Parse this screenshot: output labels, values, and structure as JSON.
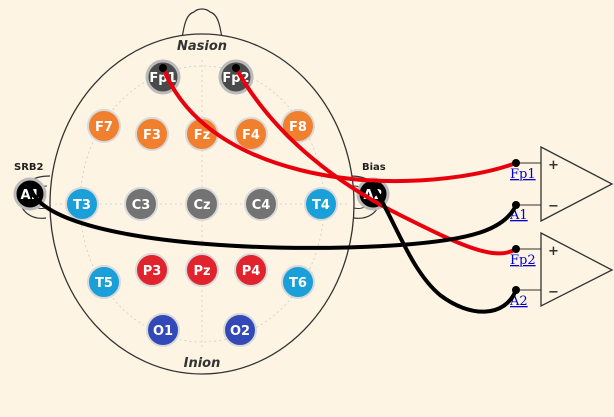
{
  "colors": {
    "background": "#fdf4e3",
    "frontal": "#f07f2e",
    "central_gray": "#737373",
    "temporal_blue": "#1a9fd8",
    "parietal_red": "#e0232d",
    "occipital_blue": "#3349b8",
    "wire_red": "#e8000c",
    "wire_black": "#000000"
  },
  "head": {
    "nasion": "Nasion",
    "inion": "Inion"
  },
  "side_labels": {
    "left": "SRB2",
    "right": "Bias"
  },
  "electrodes": [
    {
      "id": "Fp1",
      "label": "Fp1",
      "region": "fp"
    },
    {
      "id": "Fp2",
      "label": "Fp2",
      "region": "fp"
    },
    {
      "id": "F7",
      "label": "F7",
      "region": "frontal"
    },
    {
      "id": "F3",
      "label": "F3",
      "region": "frontal"
    },
    {
      "id": "Fz",
      "label": "Fz",
      "region": "frontal"
    },
    {
      "id": "F4",
      "label": "F4",
      "region": "frontal"
    },
    {
      "id": "F8",
      "label": "F8",
      "region": "frontal"
    },
    {
      "id": "T3",
      "label": "T3",
      "region": "temporal"
    },
    {
      "id": "C3",
      "label": "C3",
      "region": "central"
    },
    {
      "id": "Cz",
      "label": "Cz",
      "region": "central"
    },
    {
      "id": "C4",
      "label": "C4",
      "region": "central"
    },
    {
      "id": "T4",
      "label": "T4",
      "region": "temporal"
    },
    {
      "id": "T5",
      "label": "T5",
      "region": "temporal"
    },
    {
      "id": "P3",
      "label": "P3",
      "region": "parietal"
    },
    {
      "id": "Pz",
      "label": "Pz",
      "region": "parietal"
    },
    {
      "id": "P4",
      "label": "P4",
      "region": "parietal"
    },
    {
      "id": "T6",
      "label": "T6",
      "region": "temporal"
    },
    {
      "id": "O1",
      "label": "O1",
      "region": "occipital"
    },
    {
      "id": "O2",
      "label": "O2",
      "region": "occipital"
    },
    {
      "id": "A1",
      "label": "A1",
      "region": "ear"
    },
    {
      "id": "A2",
      "label": "A2",
      "region": "ear"
    }
  ],
  "amplifiers": [
    {
      "plus_label": "Fp1",
      "minus_label": "A1",
      "plus_sign": "+",
      "minus_sign": "−"
    },
    {
      "plus_label": "Fp2",
      "minus_label": "A2",
      "plus_sign": "+",
      "minus_sign": "−"
    }
  ]
}
